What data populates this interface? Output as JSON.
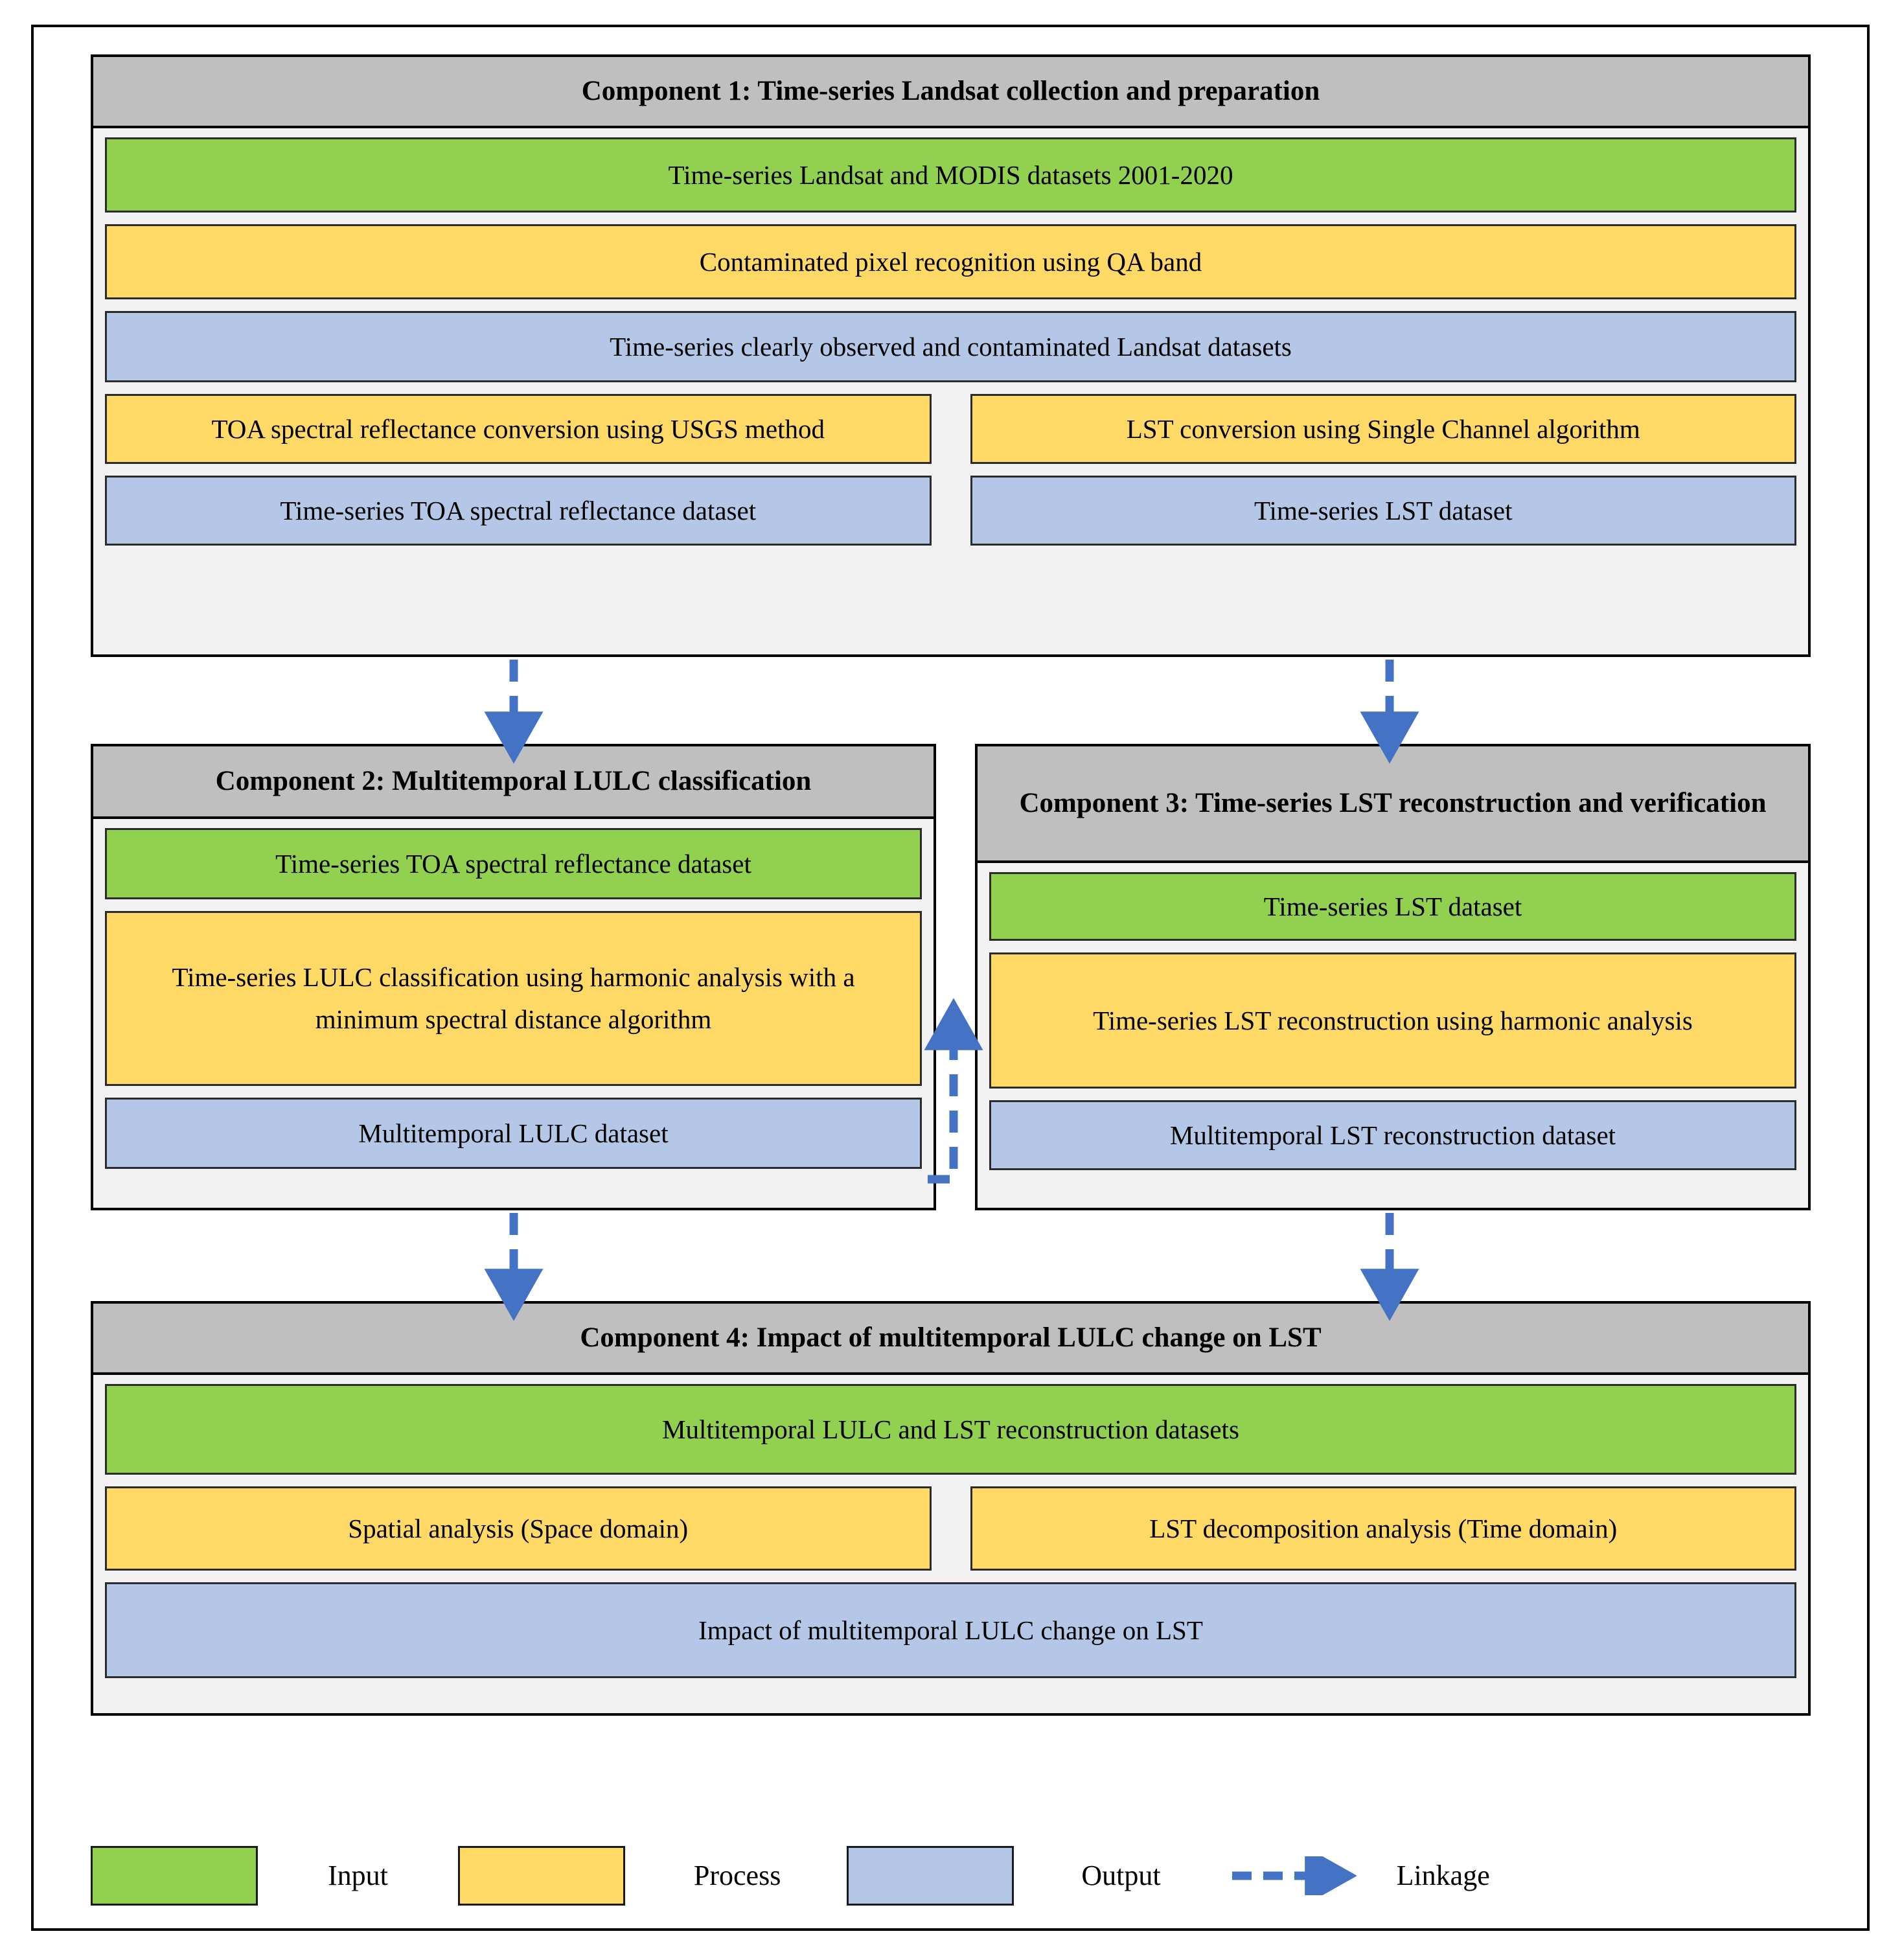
{
  "colors": {
    "input": "#92D050",
    "process": "#FFD966",
    "output": "#B4C7E7",
    "header_gray": "#BFBFBF",
    "panel_bg": "#F2F2F2",
    "linkage_blue": "#4472C4",
    "border_black": "#000000"
  },
  "components": [
    {
      "id": "component-1",
      "title": "Component 1: Time-series Landsat collection and preparation",
      "nodes": {
        "n1": "Time-series Landsat and MODIS datasets 2001-2020",
        "n2": "Contaminated pixel recognition using QA band",
        "n3": "Time-series clearly observed and contaminated Landsat datasets",
        "n4": "TOA spectral reflectance conversion using USGS method",
        "n5": "LST conversion using Single Channel algorithm",
        "n6": "Time-series TOA spectral reflectance dataset",
        "n7": "Time-series LST dataset"
      }
    },
    {
      "id": "component-2",
      "title": "Component 2: Multitemporal LULC classification",
      "nodes": {
        "n1": "Time-series TOA spectral reflectance dataset",
        "n2": "Time-series LULC classification using harmonic analysis with a minimum spectral distance algorithm",
        "n3": "Multitemporal LULC dataset"
      }
    },
    {
      "id": "component-3",
      "title": "Component 3: Time-series LST reconstruction and verification",
      "nodes": {
        "n1": "Time-series LST dataset",
        "n2": "Time-series LST reconstruction using harmonic analysis",
        "n3": "Multitemporal LST reconstruction dataset"
      }
    },
    {
      "id": "component-4",
      "title": "Component 4: Impact of multitemporal LULC change on LST",
      "nodes": {
        "n1": "Multitemporal LULC and LST reconstruction datasets",
        "n2": "Spatial analysis (Space domain)",
        "n3": "LST decomposition analysis (Time domain)",
        "n4": "Impact of multitemporal LULC change on LST"
      }
    }
  ],
  "legend": {
    "input_label": "Input",
    "process_label": "Process",
    "output_label": "Output",
    "linkage_label": "Linkage"
  },
  "chart_data": {
    "type": "diagram",
    "title": "Methodological flowchart: multitemporal LULC change impact on LST",
    "node_categories": [
      "Input",
      "Process",
      "Output"
    ],
    "edges": [
      {
        "from": "component-1.n6",
        "to": "component-2",
        "style": "dashed-arrow",
        "direction": "down"
      },
      {
        "from": "component-1.n7",
        "to": "component-3",
        "style": "dashed-arrow",
        "direction": "down"
      },
      {
        "from": "component-2.n3",
        "to": "component-3.n2",
        "style": "dashed-elbow-arrow",
        "direction": "right-up"
      },
      {
        "from": "component-2.n3",
        "to": "component-4",
        "style": "dashed-arrow",
        "direction": "down"
      },
      {
        "from": "component-3.n3",
        "to": "component-4",
        "style": "dashed-arrow",
        "direction": "down"
      }
    ]
  }
}
